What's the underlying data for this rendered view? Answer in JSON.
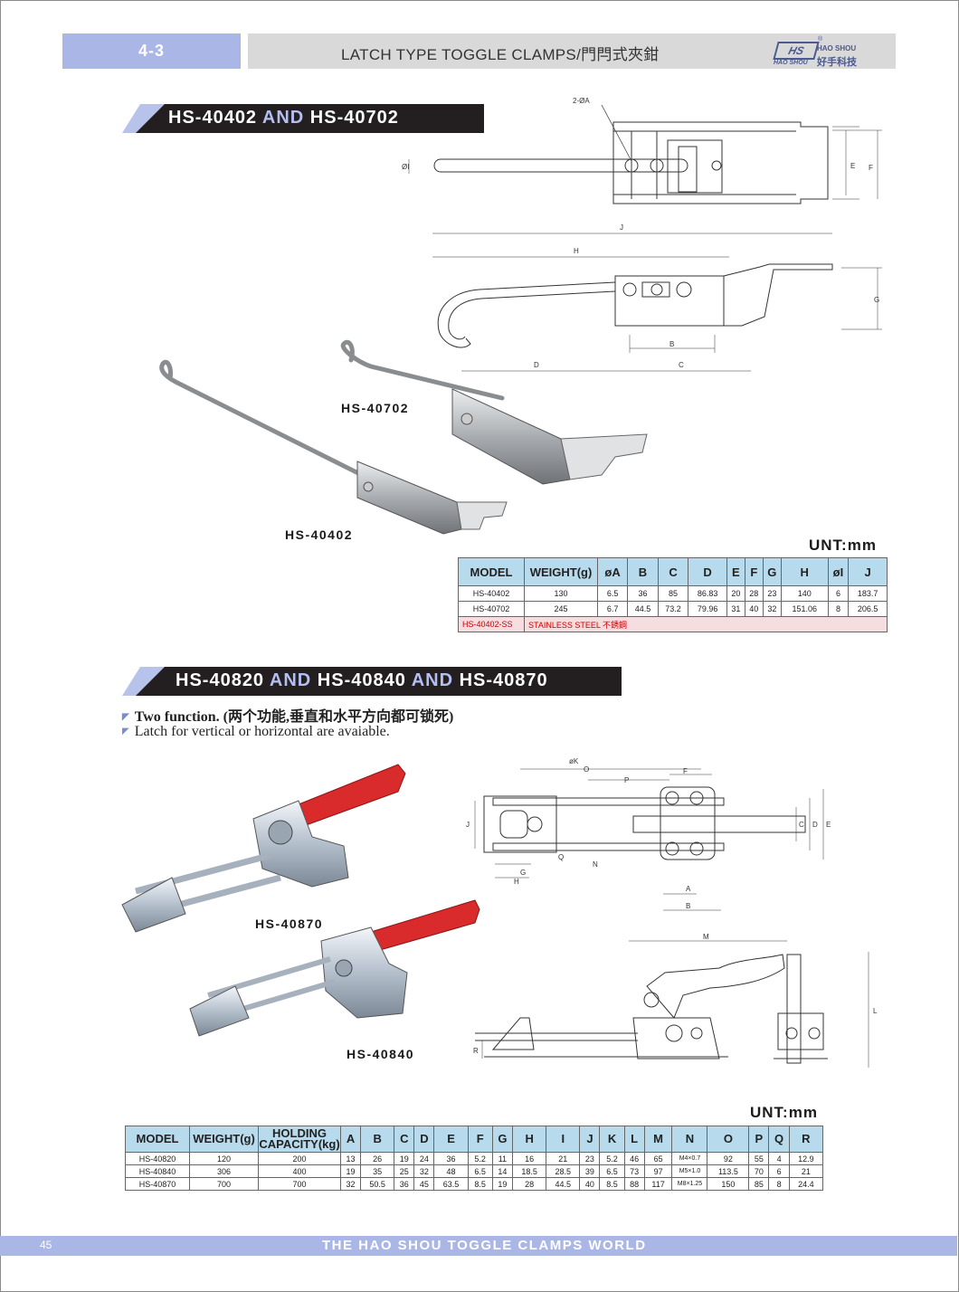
{
  "header": {
    "section_number": "4-3",
    "title": "LATCH TYPE TOGGLE CLAMPS/門閂式夾鉗",
    "logo_mark": "HS",
    "logo_en": "HAO SHOU",
    "logo_sub": "HAO SHOU",
    "logo_cn": "好手科技",
    "logo_reg": "®"
  },
  "section1": {
    "banner_a": "HS-40402",
    "banner_and": "AND",
    "banner_b": "HS-40702",
    "label_40702": "HS-40702",
    "label_40402": "HS-40402",
    "unit": "UNT:mm",
    "drawing_labels": {
      "hole": "2-ØA",
      "i": "ØI",
      "e": "E",
      "f": "F",
      "j": "J",
      "h": "H",
      "g": "G",
      "b": "B",
      "c": "C",
      "d": "D"
    },
    "table": {
      "headers": [
        "MODEL",
        "WEIGHT(g)",
        "øA",
        "B",
        "C",
        "D",
        "E",
        "F",
        "G",
        "H",
        "øI",
        "J"
      ],
      "rows": [
        [
          "HS-40402",
          "130",
          "6.5",
          "36",
          "85",
          "86.83",
          "20",
          "28",
          "23",
          "140",
          "6",
          "183.7"
        ],
        [
          "HS-40702",
          "245",
          "6.7",
          "44.5",
          "73.2",
          "79.96",
          "31",
          "40",
          "32",
          "151.06",
          "8",
          "206.5"
        ]
      ],
      "ss_model": "HS-40402-SS",
      "ss_note": "STAINLESS STEEL  不銹鋼"
    }
  },
  "section2": {
    "banner_a": "HS-40820",
    "banner_and1": "AND",
    "banner_b": "HS-40840",
    "banner_and2": "AND",
    "banner_c": "HS-40870",
    "bullet1": "Two function. (两个功能,垂直和水平方向都可锁死)",
    "bullet2": "Latch for vertical or horizontal are avaiable.",
    "label_40870": "HS-40870",
    "label_40840": "HS-40840",
    "unit": "UNT:mm",
    "drawing_labels": {
      "k": "øK",
      "o": "O",
      "p": "P",
      "f": "F",
      "j": "J",
      "g": "G",
      "h": "H",
      "q": "Q",
      "n": "N",
      "a": "A",
      "b": "B",
      "c": "C",
      "d": "D",
      "e": "E",
      "m": "M",
      "l": "L",
      "r": "R"
    },
    "table": {
      "headers": [
        "MODEL",
        "WEIGHT(g)",
        "HOLDING CAPACITY(kg)",
        "A",
        "B",
        "C",
        "D",
        "E",
        "F",
        "G",
        "H",
        "I",
        "J",
        "K",
        "L",
        "M",
        "N",
        "O",
        "P",
        "Q",
        "R"
      ],
      "rows": [
        [
          "HS-40820",
          "120",
          "200",
          "13",
          "26",
          "19",
          "24",
          "36",
          "5.2",
          "11",
          "16",
          "21",
          "23",
          "5.2",
          "46",
          "65",
          "M4×0.7",
          "92",
          "55",
          "4",
          "12.9"
        ],
        [
          "HS-40840",
          "306",
          "400",
          "19",
          "35",
          "25",
          "32",
          "48",
          "6.5",
          "14",
          "18.5",
          "28.5",
          "39",
          "6.5",
          "73",
          "97",
          "M5×1.0",
          "113.5",
          "70",
          "6",
          "21"
        ],
        [
          "HS-40870",
          "700",
          "700",
          "32",
          "50.5",
          "36",
          "45",
          "63.5",
          "8.5",
          "19",
          "28",
          "44.5",
          "40",
          "8.5",
          "88",
          "117",
          "M8×1.25",
          "150",
          "85",
          "8",
          "24.4"
        ]
      ]
    }
  },
  "footer": {
    "page_number": "45",
    "tagline": "THE HAO SHOU TOGGLE CLAMPS WORLD"
  },
  "colors": {
    "accent_blue": "#a9b6e6",
    "banner_black": "#231f20",
    "table_header": "#b7dbec",
    "handle_red": "#d92b2b"
  }
}
